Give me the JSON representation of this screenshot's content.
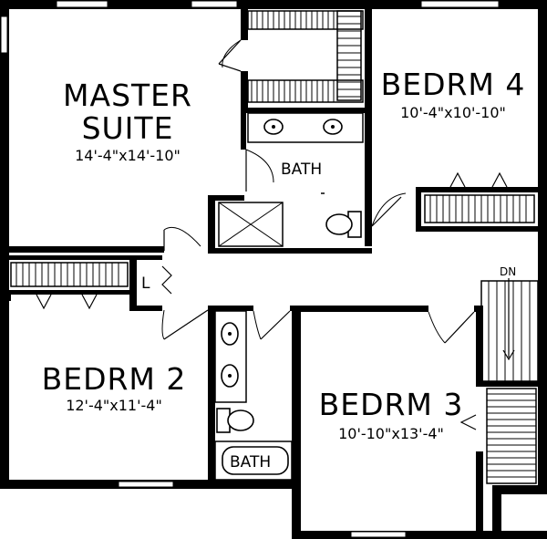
{
  "rooms": {
    "master": {
      "name_line1": "MASTER",
      "name_line2": "SUITE",
      "dims": "14'-4\"x14'-10\""
    },
    "bedroom4": {
      "name": "BEDRM 4",
      "dims": "10'-4\"x10'-10\""
    },
    "bedroom2": {
      "name": "BEDRM 2",
      "dims": "12'-4\"x11'-4\""
    },
    "bedroom3": {
      "name": "BEDRM 3",
      "dims": "10'-10\"x13'-4\""
    },
    "master_bath": {
      "name": "BATH"
    },
    "hall_bath": {
      "name": "BATH"
    },
    "linen": {
      "name": "L"
    }
  },
  "stairs": {
    "label": "DN"
  }
}
